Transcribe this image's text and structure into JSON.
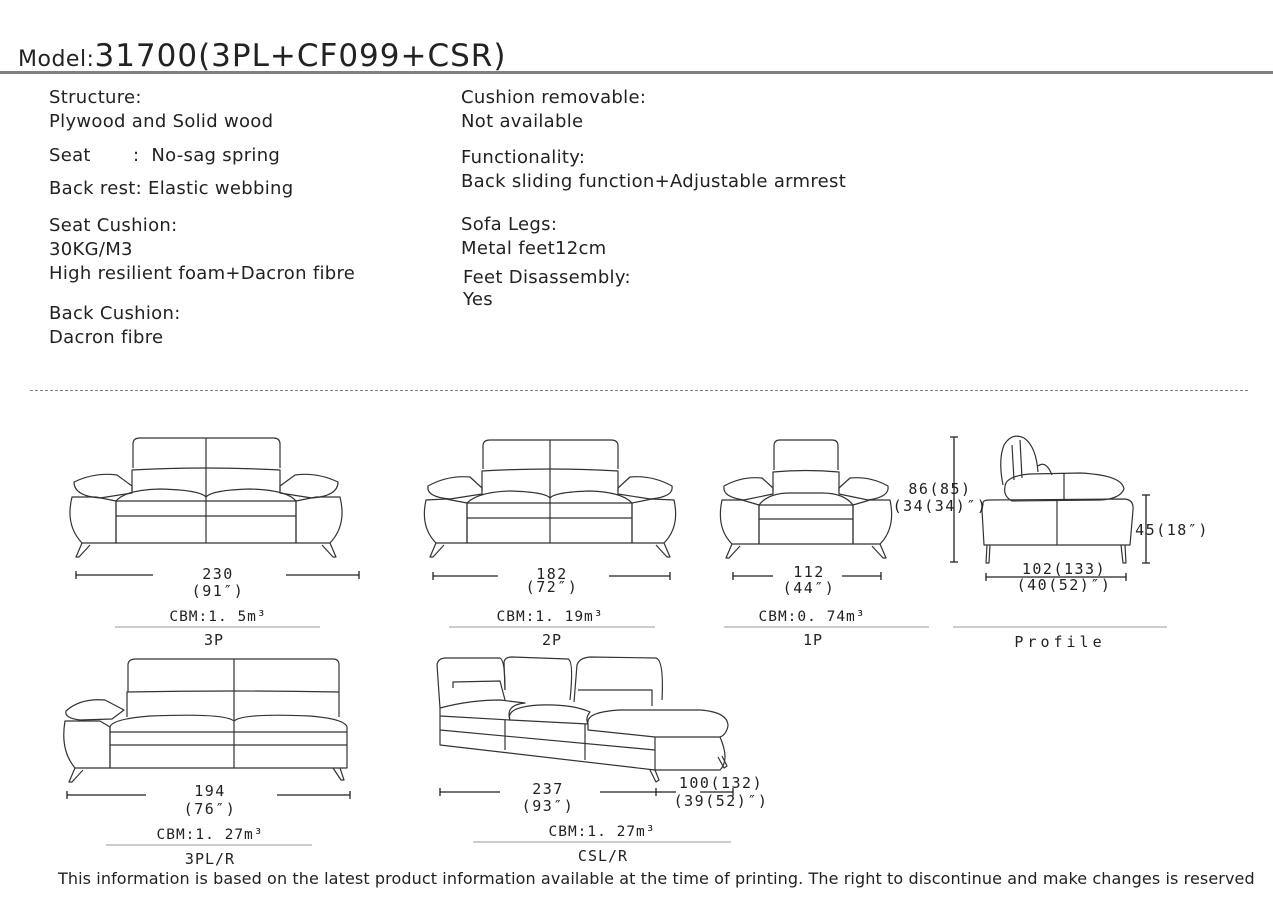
{
  "header": {
    "model_label": "Model:",
    "model_value": "31700(3PL+CF099+CSR)"
  },
  "specs_left": {
    "structure_label": "Structure:",
    "structure_value": "Plywood and Solid wood",
    "seat": "Seat       :  No-sag spring",
    "back_rest": "Back rest: Elastic webbing",
    "seat_cushion_label": "Seat Cushion:",
    "seat_cushion_density": "30KG/M3",
    "seat_cushion_value": "High resilient foam+Dacron fibre",
    "back_cushion_label": "Back Cushion:",
    "back_cushion_value": "Dacron fibre"
  },
  "specs_right": {
    "cushion_removable_label": "Cushion removable:",
    "cushion_removable_value": "Not available",
    "functionality_label": "Functionality:",
    "functionality_value": "Back sliding function+Adjustable armrest",
    "sofa_legs_label": "Sofa Legs:",
    "sofa_legs_value": "Metal feet12cm",
    "feet_disassembly_label": "Feet Disassembly:",
    "feet_disassembly_value": "Yes"
  },
  "products": [
    {
      "name": "3P",
      "width_cm": "230",
      "width_in": "(91″)",
      "cbm": "CBM:1. 5m³"
    },
    {
      "name": "2P",
      "width_cm": "182",
      "width_in": "(72″)",
      "cbm": "CBM:1. 19m³"
    },
    {
      "name": "1P",
      "width_cm": "112",
      "width_in": "(44″)",
      "cbm": "CBM:0. 74m³"
    },
    {
      "name": "Profile",
      "height_cm": "86(85)",
      "height_in": "(34(34)″)",
      "seat_height": "45(18″)",
      "depth_cm": "102(133)",
      "depth_in": "(40(52)″)"
    },
    {
      "name": "3PL/R",
      "width_cm": "194",
      "width_in": "(76″)",
      "cbm": "CBM:1. 27m³"
    },
    {
      "name": "CSL/R",
      "width_cm": "237",
      "width_in": "(93″)",
      "depth_cm": "100(132)",
      "depth_in": "(39(52)″)",
      "cbm": "CBM:1. 27m³"
    }
  ],
  "footer": {
    "disclaimer": "This information is based on the latest product information available at the time of printing. The right to discontinue and make changes is reserved"
  }
}
